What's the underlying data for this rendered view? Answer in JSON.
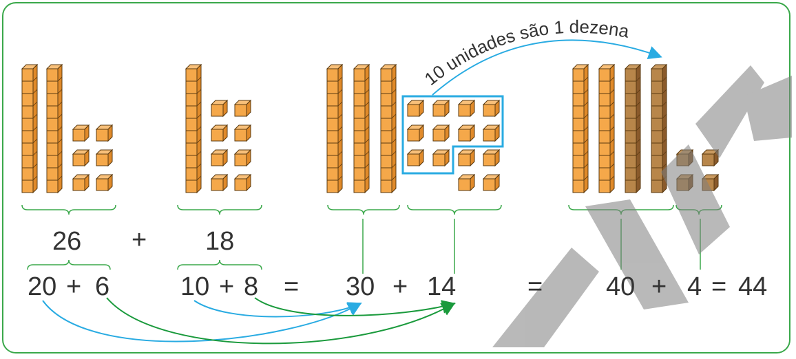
{
  "top_labels": {
    "a": "26",
    "plus": "+",
    "b": "18"
  },
  "equation": {
    "t1": "20",
    "p1": "+",
    "t2": "6",
    "t3": "10",
    "p2": "+",
    "t4": "8",
    "eq1": "=",
    "t5": "30",
    "p3": "+",
    "t6": "14",
    "eq2": "=",
    "t7": "40",
    "p4": "+",
    "t8": "4",
    "eq3": "=",
    "t9": "44"
  },
  "annotation": "10 unidades são 1 dezena",
  "colors": {
    "border": "#3aa84a",
    "brace": "#3aa84a",
    "arrow_blue": "#29abe2",
    "arrow_green": "#1a9a3c",
    "cube": "#f5a84a",
    "cube_dark": "#8a5a2b",
    "highlight": "#29abe2",
    "watermark": "#808080"
  },
  "groups": [
    {
      "name": "26",
      "rods": 2,
      "units": 6
    },
    {
      "name": "18",
      "rods": 1,
      "units": 8
    },
    {
      "name": "30+14",
      "rods": 3,
      "units": 14
    },
    {
      "name": "40+4",
      "rods": 4,
      "units": 4
    }
  ]
}
